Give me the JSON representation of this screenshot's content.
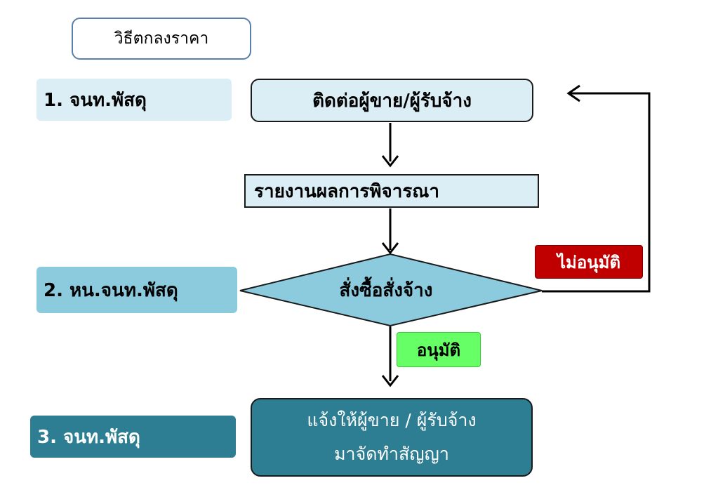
{
  "method_title": "วิธีตกลงราคา",
  "roles": {
    "role_1": "1. จนท.พัสดุ",
    "role_2": "2. หน.จนท.พัสดุ",
    "role_3": "3. จนท.พัสดุ"
  },
  "steps": {
    "contact": "ติดต่อผู้ขาย/ผู้รับจ้าง",
    "report": "รายงานผลการพิจารณา",
    "decision": "สั่งซื้อสั่งจ้าง",
    "notify_line_1": "แจ้งให้ผู้ขาย / ผู้รับจ้าง",
    "notify_line_2": "มาจัดทำสัญญา"
  },
  "badges": {
    "reject": "ไม่อนุมัติ",
    "approve": "อนุมัติ"
  },
  "colors": {
    "light_blue": "#dbeef6",
    "mid_blue": "#8ccbde",
    "dark_teal": "#2d7e93",
    "reject_red": "#c00000",
    "approve_green": "#66ff66"
  }
}
